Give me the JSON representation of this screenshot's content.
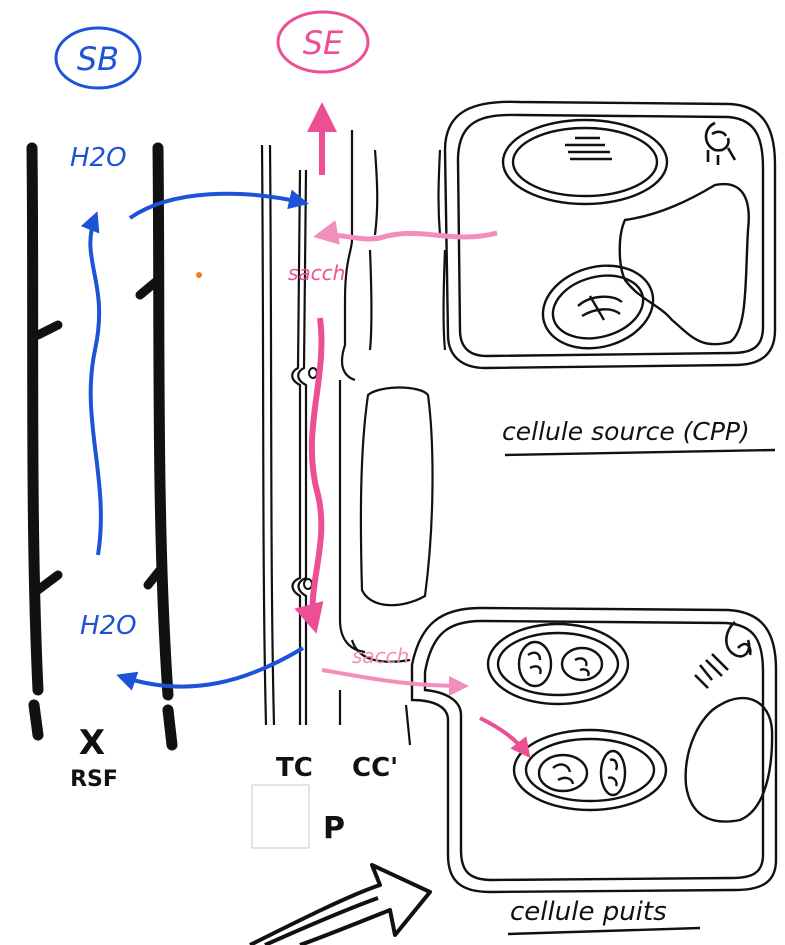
{
  "colors": {
    "xylem": "#1d53d6",
    "phloem": "#ec4f93",
    "phloem_light": "#f08fb9",
    "ink": "#111111",
    "marker": "#f07a1c"
  },
  "labels": {
    "sb": "SB",
    "se": "SE",
    "water_top": "H2O",
    "water_bottom": "H2O",
    "sucrose_top": "sacch",
    "sucrose_bottom": "sacch",
    "rsf": "RSF",
    "x_mark": "X",
    "tc": "TC",
    "cc": "CC'",
    "p": "P",
    "source_cell": "cellule source (CPP)",
    "sink_cell": "cellule puits"
  }
}
